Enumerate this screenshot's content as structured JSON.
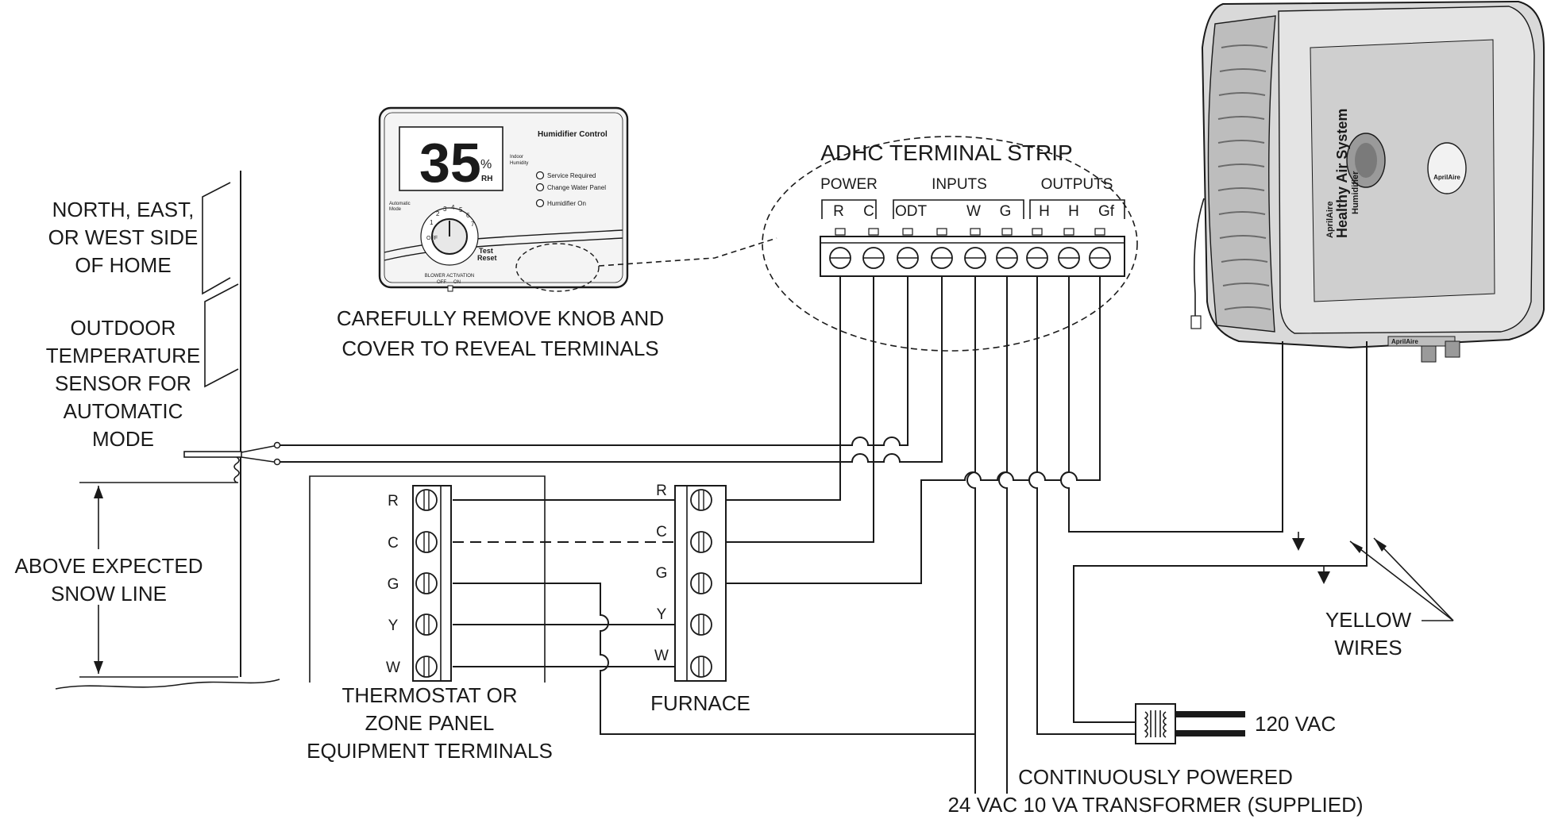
{
  "colors": {
    "line": "#1a1a1a",
    "device_body": "#f4f4f4",
    "humidifier_body": "#d9d9d9"
  },
  "labels": {
    "sensor_location": [
      "NORTH, EAST,",
      "OR WEST SIDE",
      "OF HOME"
    ],
    "sensor_desc": [
      "OUTDOOR",
      "TEMPERATURE",
      "SENSOR FOR",
      "AUTOMATIC",
      "MODE"
    ],
    "snow_line": [
      "ABOVE EXPECTED",
      "SNOW LINE"
    ],
    "remove_knob": [
      "CAREFULLY REMOVE KNOB AND",
      "COVER TO REVEAL TERMINALS"
    ],
    "terminal_strip_title": "ADHC TERMINAL STRIP",
    "group_power": "POWER",
    "group_inputs": "INPUTS",
    "group_outputs": "OUTPUTS",
    "strip_terminals": [
      "R",
      "C",
      "ODT",
      "W",
      "G",
      "H",
      "H",
      "Gf"
    ],
    "thermostat_terminals": [
      "R",
      "C",
      "G",
      "Y",
      "W"
    ],
    "thermostat_caption": [
      "THERMOSTAT OR",
      "ZONE PANEL",
      "EQUIPMENT TERMINALS"
    ],
    "furnace_terminals": [
      "R",
      "C",
      "G",
      "Y",
      "W"
    ],
    "furnace_caption": "FURNACE",
    "yellow_wires": [
      "YELLOW",
      "WIRES"
    ],
    "vac_120": "120 VAC",
    "transformer_caption": [
      "CONTINUOUSLY POWERED",
      "24 VAC 10 VA TRANSFORMER (SUPPLIED)"
    ]
  },
  "control_panel": {
    "display_value": "35",
    "display_unit_pct": "%",
    "display_unit_rh": "RH",
    "indoor_label": [
      "Indoor",
      "Humidity"
    ],
    "title": "Humidifier Control",
    "indicators": [
      "Service Required",
      "Change Water Panel",
      "Humidifier On"
    ],
    "mode_label": [
      "Automatic",
      "Mode"
    ],
    "knob_marks": [
      "OFF",
      "1",
      "2",
      "3",
      "4",
      "5",
      "6",
      "7"
    ],
    "test_reset": [
      "Test",
      "Reset"
    ],
    "blower_label": "BLOWER ACTIVATION",
    "blower_states": [
      "OFF",
      "ON"
    ]
  },
  "humidifier": {
    "brand": "AprilAire",
    "product_line": "Healthy Air System",
    "product_type": "Humidifier",
    "plate_brand": "AprilAire"
  }
}
